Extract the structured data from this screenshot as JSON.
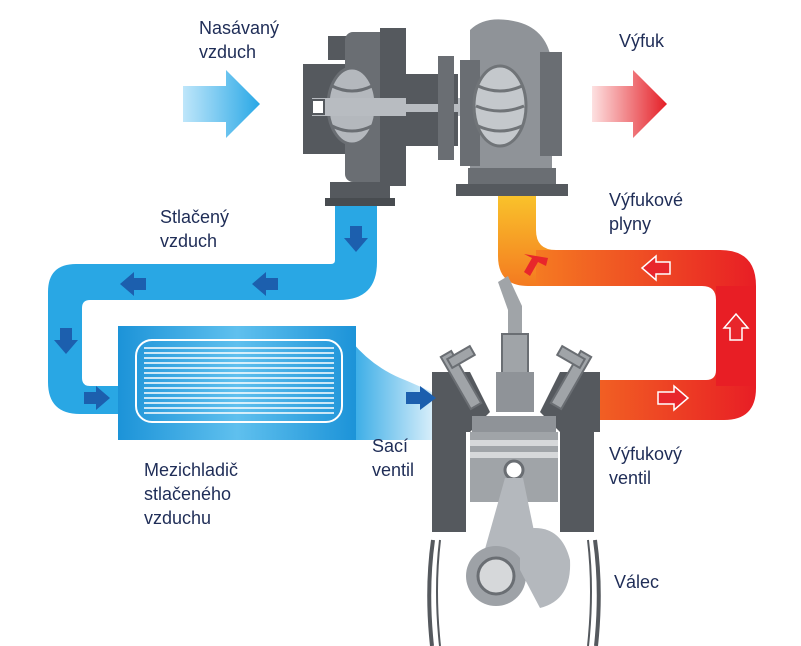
{
  "labels": {
    "intake_air": [
      "Nasávaný",
      "vzduch"
    ],
    "exhaust": [
      "Výfuk"
    ],
    "compressed_air": [
      "Stlačený",
      "vzduch"
    ],
    "exhaust_gases": [
      "Výfukové",
      "plyny"
    ],
    "intercooler": [
      "Mezichladič",
      "stlačeného",
      "vzduchu"
    ],
    "intake_valve": [
      "Sací",
      "ventil"
    ],
    "exhaust_valve": [
      "Výfukový",
      "ventil"
    ],
    "cylinder": [
      "Válec"
    ]
  },
  "colors": {
    "text": "#1f2d57",
    "cold_air": "#1e9be0",
    "cold_arrow": "#1c5fae",
    "hot_gas": "#e62323",
    "hot_gas_light": "#f79a2a",
    "metal_dark": "#555a5f",
    "metal_light": "#9a9ea3"
  },
  "icons": [
    "intake-arrow-icon",
    "exhaust-arrow-icon",
    "flow-arrow-icon"
  ]
}
